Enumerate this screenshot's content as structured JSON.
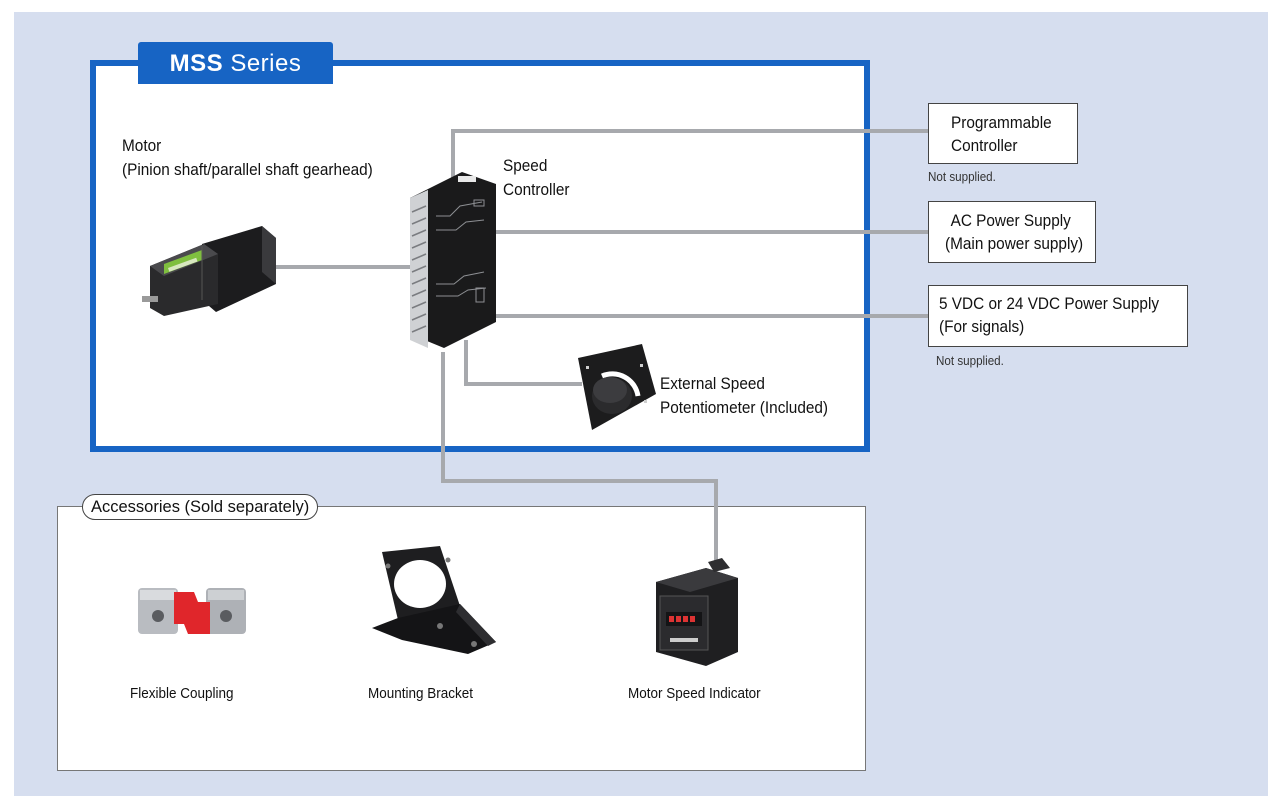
{
  "series_title": {
    "bold": "MSS",
    "rest": " Series"
  },
  "motor": {
    "line1": "Motor",
    "line2": "(Pinion shaft/parallel shaft gearhead)"
  },
  "speed_controller": {
    "line1": "Speed",
    "line2": "Controller"
  },
  "potentiometer": {
    "line1": "External Speed",
    "line2": "Potentiometer (Included)"
  },
  "external": [
    {
      "line1": "Programmable",
      "line2": "Controller",
      "note": "Not supplied."
    },
    {
      "line1": "AC Power Supply",
      "line2": "(Main power supply)",
      "note": ""
    },
    {
      "line1": "5 VDC or 24 VDC Power Supply",
      "line2": "(For signals)",
      "note": "Not supplied."
    }
  ],
  "accessories": {
    "title": "Accessories (Sold separately)",
    "items": [
      "Flexible Coupling",
      "Mounting Bracket",
      "Motor Speed Indicator"
    ]
  },
  "colors": {
    "series_blue": "#1764c4",
    "background": "#d6deef",
    "wire": "#a7a9ad",
    "coupling_red": "#e0262b"
  }
}
